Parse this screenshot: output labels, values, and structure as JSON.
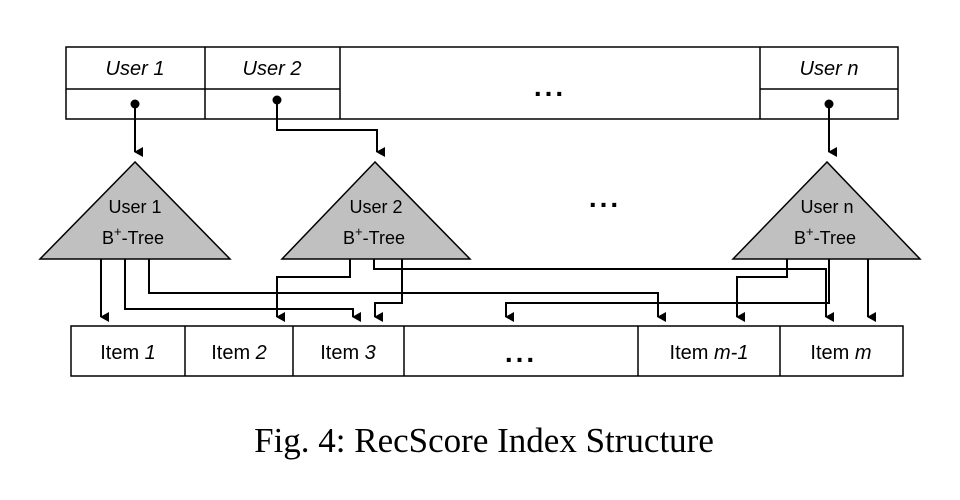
{
  "users": [
    {
      "name": "User",
      "idx": "1"
    },
    {
      "name": "User",
      "idx": "2"
    },
    {
      "name": "User",
      "idx": "n"
    }
  ],
  "user_ellipsis": "...",
  "trees": [
    {
      "line1": "User 1",
      "bt": "B",
      "sup": "+",
      "rest": "-Tree"
    },
    {
      "line1": "User 2",
      "bt": "B",
      "sup": "+",
      "rest": "-Tree"
    },
    {
      "line1": "User n",
      "bt": "B",
      "sup": "+",
      "rest": "-Tree"
    }
  ],
  "tree_ellipsis": "...",
  "items": [
    {
      "name": "Item",
      "idx": "1"
    },
    {
      "name": "Item",
      "idx": "2"
    },
    {
      "name": "Item",
      "idx": "3"
    },
    {
      "name": "Item",
      "idx": "m-1"
    },
    {
      "name": "Item",
      "idx": "m"
    }
  ],
  "item_ellipsis": "...",
  "caption": "Fig. 4: RecScore Index Structure"
}
